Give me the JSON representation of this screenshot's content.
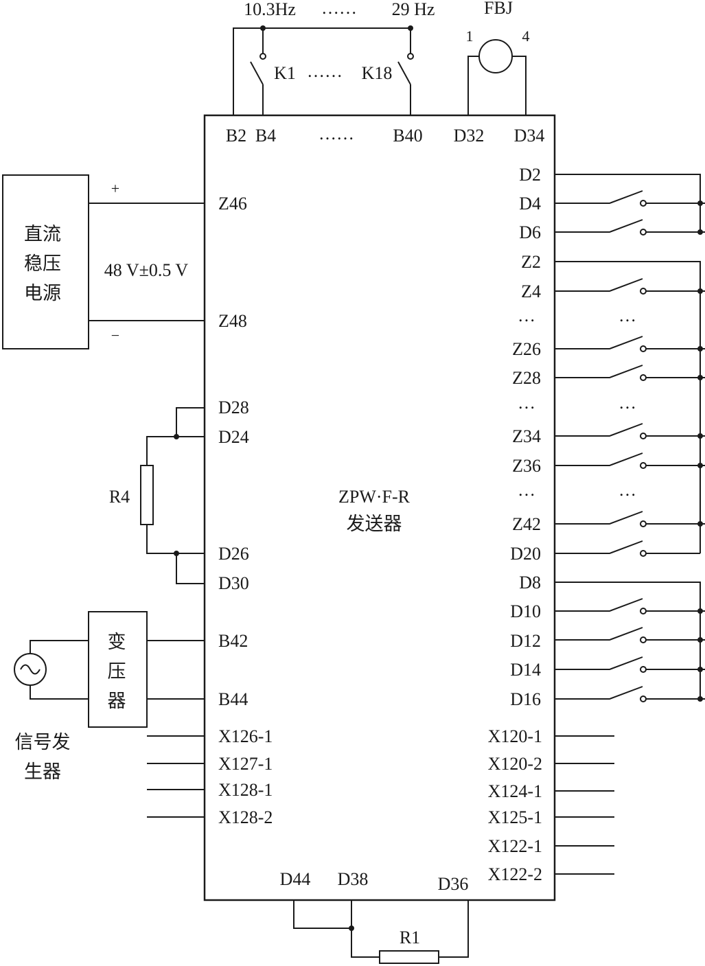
{
  "top": {
    "freq_first": "10.3Hz",
    "freq_dots": "……",
    "freq_last": "29 Hz",
    "fbj": "FBJ",
    "fbj_pin1": "1",
    "fbj_pin4": "4",
    "k1": "K1",
    "k_dots": "……",
    "k18": "K18",
    "b2": "B2",
    "b4": "B4",
    "b_dots": "……",
    "b40": "B40",
    "d32": "D32",
    "d34": "D34"
  },
  "power": {
    "box_line1": "直流",
    "box_line2": "稳压",
    "box_line3": "电源",
    "plus": "+",
    "minus": "−",
    "voltage": "48 V±0.5 V",
    "z46": "Z46",
    "z48": "Z48"
  },
  "left": {
    "d28": "D28",
    "d24": "D24",
    "r4": "R4",
    "d26": "D26",
    "d30": "D30",
    "b42": "B42",
    "b44": "B44",
    "transformer_line1": "变",
    "transformer_line2": "压",
    "transformer_line3": "器",
    "siggen_line1": "信号发",
    "siggen_line2": "生器",
    "x126_1": "X126-1",
    "x127_1": "X127-1",
    "x128_1": "X128-1",
    "x128_2": "X128-2"
  },
  "center": {
    "model": "ZPW·F-R",
    "name": "发送器"
  },
  "right": {
    "d2": "D2",
    "d4": "D4",
    "d6": "D6",
    "z2": "Z2",
    "z4": "Z4",
    "dots1": "…",
    "z26": "Z26",
    "z28": "Z28",
    "dots2": "…",
    "z34": "Z34",
    "z36": "Z36",
    "dots3": "…",
    "z42": "Z42",
    "d20": "D20",
    "d8": "D8",
    "d10": "D10",
    "d12": "D12",
    "d14": "D14",
    "d16": "D16",
    "sw_dots": "…",
    "x120_1": "X120-1",
    "x120_2": "X120-2",
    "x124_1": "X124-1",
    "x125_1": "X125-1",
    "x122_1": "X122-1",
    "x122_2": "X122-2"
  },
  "bottom": {
    "d44": "D44",
    "d38": "D38",
    "d36": "D36",
    "r1": "R1"
  }
}
